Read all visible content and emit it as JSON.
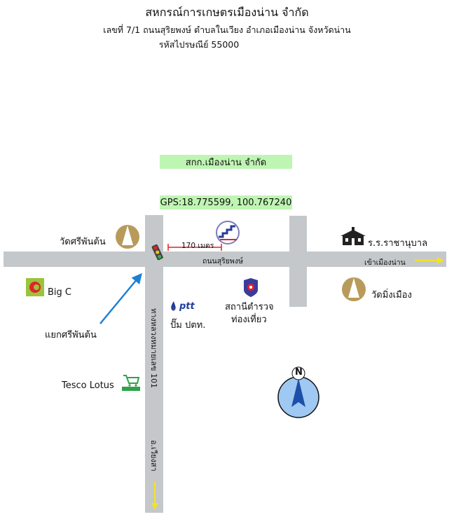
{
  "header": {
    "title": "สหกรณ์การเกษตรเมืองน่าน จำกัด",
    "address": "เลขที่ 7/1 ถนนสุริยพงษ์ ตำบลในเวียง อำเภอเมืองน่าน จังหวัดน่าน",
    "postcode": "รหัสไปรษณีย์ 55000"
  },
  "boxes": {
    "name": "สกก.เมืองน่าน จำกัด",
    "gps": "GPS:18.775599, 100.767240"
  },
  "labels": {
    "wat_sriphanton": "วัดศรีพันต้น",
    "distance": "170 เมตร",
    "road_suriyaphong": "ถนนสุริยพงษ์",
    "school": "ร.ร.ราชานุบาล",
    "to_city": "เข้าเมืองน่าน",
    "bigc": "Big C",
    "ptt_logo": "ptt",
    "ptt": "ปั๊ม ปตท.",
    "police_line1": "สถานีตำรวจ",
    "police_line2": "ท่องเที่ยว",
    "wat_ming_muang": "วัดมิ่งเมือง",
    "intersection": "แยกศรีพันต้น",
    "tesco": "Tesco Lotus",
    "highway": "ทางหลวงหมายเลข 101",
    "to_wiang_sa": "อ.เวียงสา",
    "compass_n": "N"
  },
  "colors": {
    "road": "#c5c8ca",
    "green_box": "#bff5b3",
    "arrow_blue": "#1e7fd6",
    "arrow_yellow": "#f2e22a",
    "distance_red": "#e0242c",
    "compass": "#9fc8f2"
  }
}
